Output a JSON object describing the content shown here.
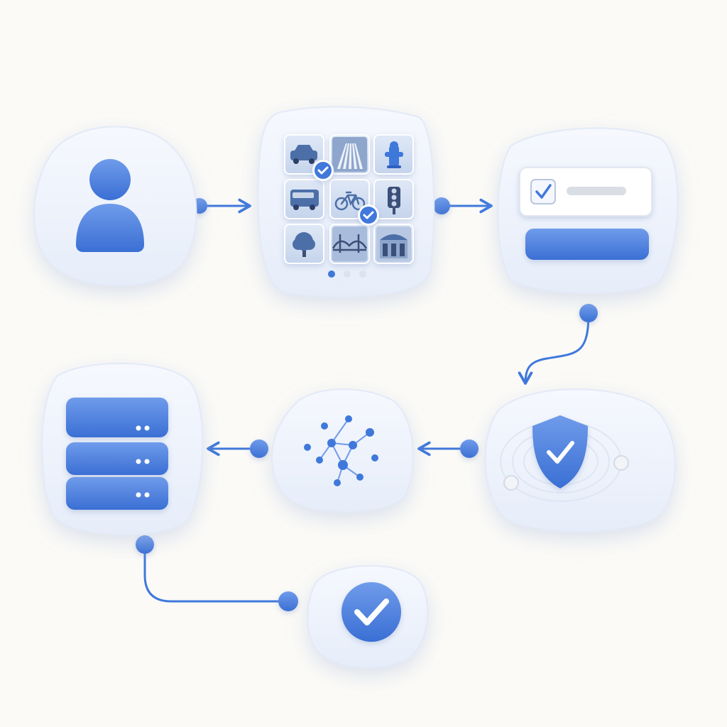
{
  "colors": {
    "background": "#fbfaf7",
    "blob": "#eef3fc",
    "blob_edge": "#dfe7f6",
    "accent": "#3f78db",
    "accent_light": "#6f9bea",
    "accent_dark": "#2f5fbf",
    "tile": "#e6ecf6",
    "tile_image": "#c9d6ea",
    "tile_glyph": "#4c6fa8",
    "bar_grey": "#d9dde4",
    "white": "#ffffff"
  },
  "nodes": [
    {
      "id": "user",
      "icon": "user-icon"
    },
    {
      "id": "image-captcha",
      "icon": "image-grid-icon",
      "tiles": [
        {
          "icon": "car-icon",
          "selected": true
        },
        {
          "icon": "crosswalk-icon",
          "selected": false
        },
        {
          "icon": "fire-hydrant-icon",
          "selected": false
        },
        {
          "icon": "bus-icon",
          "selected": false
        },
        {
          "icon": "bicycle-icon",
          "selected": true
        },
        {
          "icon": "traffic-light-icon",
          "selected": false
        },
        {
          "icon": "tree-icon",
          "selected": false
        },
        {
          "icon": "bridge-icon",
          "selected": false
        },
        {
          "icon": "storefront-icon",
          "selected": false
        }
      ],
      "pager": {
        "pages": 3,
        "active": 1
      }
    },
    {
      "id": "checkbox-form",
      "icon": "checkbox-icon",
      "checked": true
    },
    {
      "id": "shield-verify",
      "icon": "shield-check-icon"
    },
    {
      "id": "network-analysis",
      "icon": "network-graph-icon"
    },
    {
      "id": "server-database",
      "icon": "server-stack-icon"
    },
    {
      "id": "verified",
      "icon": "check-circle-icon"
    }
  ]
}
